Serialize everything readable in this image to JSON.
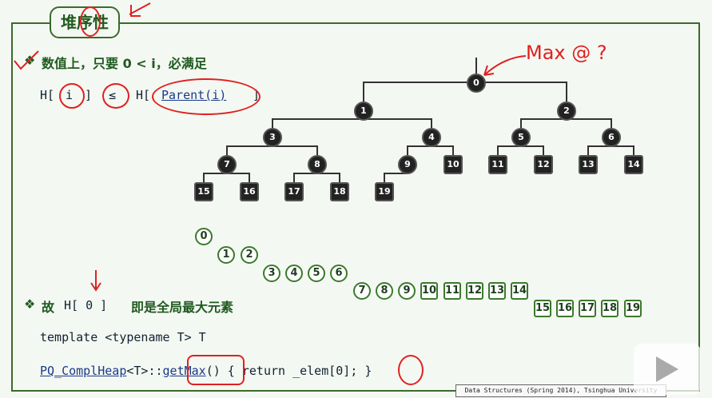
{
  "title": "堆序性",
  "bullet1": {
    "marker": "❖",
    "text": "数值上，只要 0 < i，必满足"
  },
  "formula": {
    "h_open": "H[",
    "i": "i",
    "h_close": "]",
    "leq": "≤",
    "h_open2": "H[",
    "parent": "Parent(i)",
    "h_close2": "]"
  },
  "annotation_max": "Max @ ?",
  "tree": {
    "nodes": [
      "0",
      "1",
      "2",
      "3",
      "4",
      "5",
      "6",
      "7",
      "8",
      "9",
      "10",
      "11",
      "12",
      "13",
      "14",
      "15",
      "16",
      "17",
      "18",
      "19"
    ]
  },
  "array_rows": [
    [
      "0"
    ],
    [
      "1",
      "2"
    ],
    [
      "3",
      "4",
      "5",
      "6"
    ],
    [
      "7",
      "8",
      "9",
      "10",
      "11",
      "12",
      "13",
      "14"
    ],
    [
      "15",
      "16",
      "17",
      "18",
      "19"
    ]
  ],
  "bullet2": {
    "marker": "❖",
    "prefix": "故",
    "code": "H[ 0 ]",
    "suffix": "即是全局最大元素"
  },
  "code": {
    "line1": "template <typename T> T",
    "line2_class": "PQ_ComplHeap",
    "line2_mid": "<T>::",
    "line2_fn": "getMax",
    "line2_rest": "() {  return _elem[0];  }"
  },
  "footer": "Data Structures (Spring 2014), Tsinghua University"
}
